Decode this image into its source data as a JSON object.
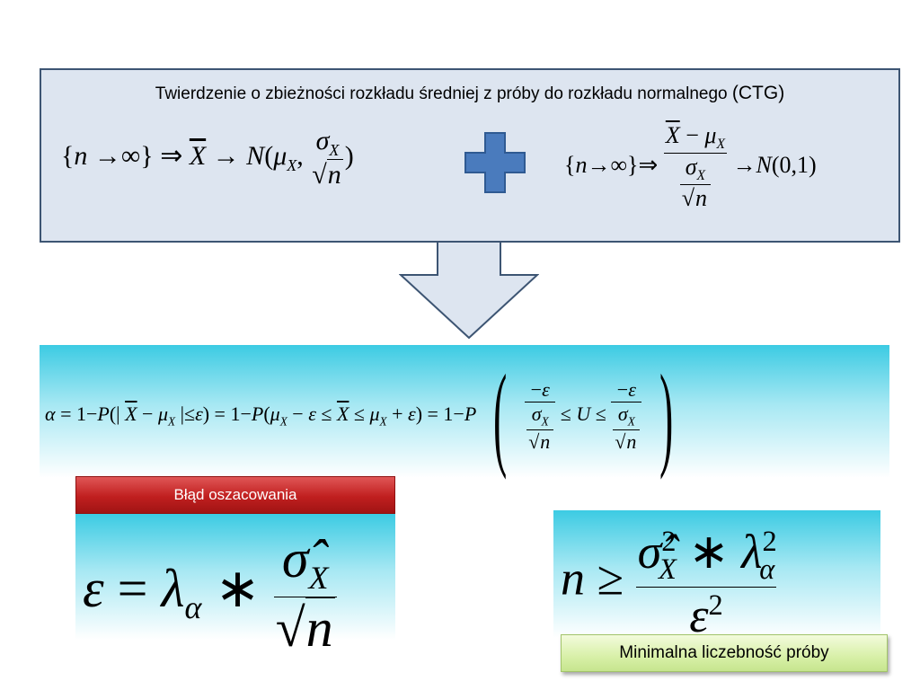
{
  "theorem": {
    "title": "Twierdzenie o zbieżności rozkładu średniej z próby do rozkładu normalnego",
    "title_suffix": "(CTG)"
  },
  "labels": {
    "error": "Błąd oszacowania",
    "sample_size": "Minimalna liczebność próby"
  },
  "math": {
    "n": "n",
    "infinity": "∞",
    "to": "→",
    "implies": "⇒",
    "X": "X",
    "N": "N",
    "mu": "μ",
    "sigma": "σ",
    "sigma_hat": "σ̂",
    "epsilon": "ε",
    "lambda": "λ",
    "alpha": "α",
    "U": "U",
    "P": "P",
    "one": "1",
    "N01": "(0,1)",
    "two": "2"
  },
  "colors": {
    "theorem_bg": "#dde5f0",
    "theorem_border": "#3d5573",
    "plus": "#4a7bbd",
    "arrow_fill": "#dde5f0",
    "band_top": "#3ccbe3",
    "error_label": "#c01f1f",
    "sample_label": "#d8f0a8"
  }
}
